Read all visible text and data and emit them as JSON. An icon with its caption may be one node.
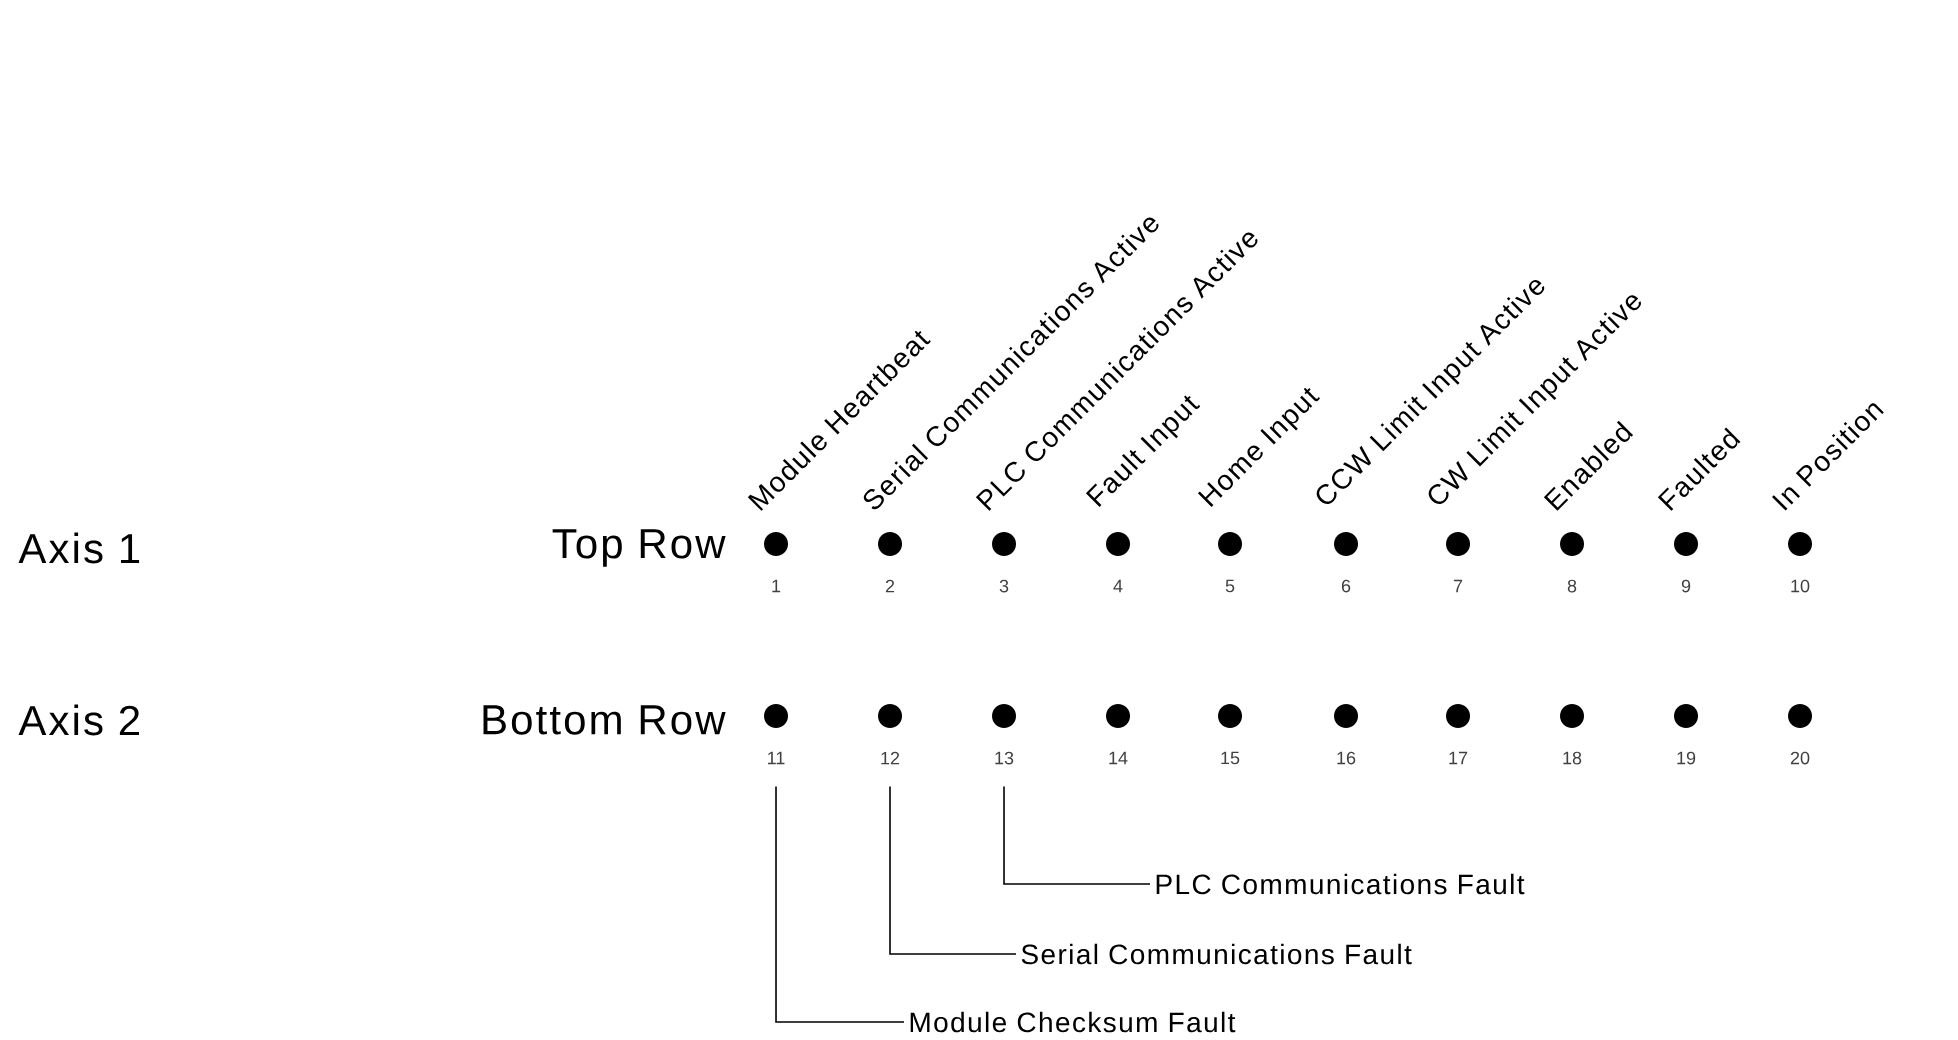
{
  "diagram": {
    "nodes": [
      {
        "text": [],
        "shape": "circle",
        "beside": [
          "1"
        ]
      },
      {
        "text": [],
        "shape": "circle",
        "beside": [
          "2"
        ]
      },
      {
        "text": [],
        "shape": "circle",
        "beside": [
          "3"
        ]
      },
      {
        "text": [],
        "shape": "circle",
        "beside": [
          "4"
        ]
      },
      {
        "text": [],
        "shape": "circle",
        "beside": [
          "5"
        ]
      },
      {
        "text": [],
        "shape": "circle",
        "beside": [
          "6"
        ]
      },
      {
        "text": [],
        "shape": "circle",
        "beside": [
          "7"
        ]
      },
      {
        "text": [],
        "shape": "circle",
        "beside": [
          "8"
        ]
      },
      {
        "text": [],
        "shape": "circle",
        "beside": [
          "9"
        ]
      },
      {
        "text": [],
        "shape": "circle",
        "beside": [
          "10"
        ]
      },
      {
        "text": [],
        "shape": "circle",
        "beside": [
          "11"
        ]
      },
      {
        "text": [],
        "shape": "circle",
        "beside": [
          "12"
        ]
      },
      {
        "text": [],
        "shape": "circle",
        "beside": [
          "13"
        ]
      },
      {
        "text": [],
        "shape": "circle",
        "beside": [
          "14"
        ]
      },
      {
        "text": [],
        "shape": "circle",
        "beside": [
          "15"
        ]
      },
      {
        "text": [],
        "shape": "circle",
        "beside": [
          "16"
        ]
      },
      {
        "text": [],
        "shape": "circle",
        "beside": [
          "17"
        ]
      },
      {
        "text": [],
        "shape": "circle",
        "beside": [
          "18"
        ]
      },
      {
        "text": [],
        "shape": "circle",
        "beside": [
          "19"
        ]
      },
      {
        "text": [],
        "shape": "circle",
        "beside": [
          "20"
        ]
      },
      {
        "text": [
          "PLC Communications Fault"
        ]
      },
      {
        "text": [
          "Serial Communications Fault"
        ]
      },
      {
        "text": [
          "Module Checksum Fault"
        ]
      }
    ],
    "edges": [
      {
        "from": 20,
        "to": 12,
        "arrow": "none"
      },
      {
        "from": 21,
        "to": 11,
        "arrow": "none"
      },
      {
        "from": 22,
        "to": 10,
        "arrow": "none"
      }
    ],
    "labels": [
      "Module Heartbeat",
      "Serial Communications Active",
      "PLC Communications Active",
      "Fault Input",
      "Home Input",
      "CCW Limit Input Active",
      "CW Limit Input Active",
      "Enabled",
      "Faulted",
      "In Position",
      "Axis 1",
      "Top Row",
      "Axis 2",
      "Bottom Row"
    ]
  }
}
